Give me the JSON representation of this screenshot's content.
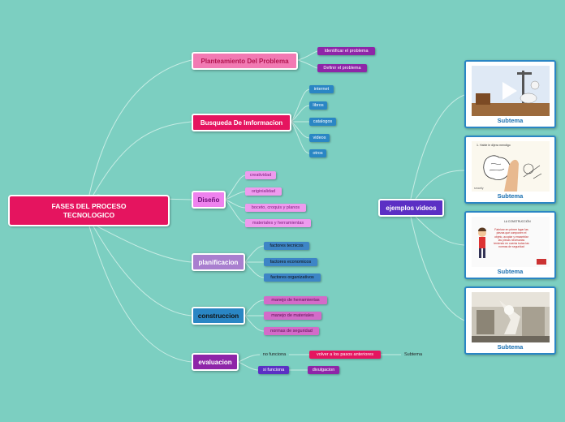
{
  "root": "FASES DEL PROCESO\nTECNOLOGICO",
  "branches": {
    "planteamiento": {
      "label": "Planteamiento  Del Problema",
      "children": [
        "Identificar el problema",
        "Definir el problema"
      ]
    },
    "busqueda": {
      "label": "Busqueda De Imformacion",
      "children": [
        "internet",
        "libros",
        "catalogos",
        "videos",
        "otros"
      ]
    },
    "diseno": {
      "label": "Diseño",
      "children": [
        "creatividad",
        "originialidad",
        "boceto, croquis y planos",
        "materiales y herramientas"
      ]
    },
    "planificacion": {
      "label": "planificacion",
      "children": [
        "factores tecnicos",
        "factores economicos",
        "factores organizativos"
      ]
    },
    "construccion": {
      "label": "construccion",
      "children": [
        "manejo de herramientas",
        "manejo de  materiales",
        "normas de seguridad"
      ]
    },
    "evaluacion": {
      "label": "evaluacion",
      "no_funciona": "no funciona",
      "volver": "volver a los pasos anteriores",
      "subtema": "Subtema",
      "si_funciona": "si funciona",
      "divulgacion": "divulgacion"
    }
  },
  "videos": {
    "label": "ejemplos videos",
    "cards": [
      {
        "caption": "Subtema",
        "thumb": "cartoon-video-thumbnail"
      },
      {
        "caption": "Subtema",
        "thumb": "brain-idea-sketch-thumbnail",
        "text": "1. Hable le dijera mendigo",
        "text2": "smartly"
      },
      {
        "caption": "Subtema",
        "thumb": "construction-slide-thumbnail",
        "title": "LA CONSTRUCCIÓN",
        "body": "Fabricar en primer lugar las piezas que componen el objeto, acoplar y ensamblar las piezas necesarias teniendo en cuenta todas las normas de seguridad"
      },
      {
        "caption": "Subtema",
        "thumb": "factory-machinery-thumbnail"
      }
    ]
  },
  "colors": {
    "background": "#7ccfc1",
    "root": "#e5145f",
    "planteamiento": "#f27ab3",
    "busqueda": "#e5145f",
    "diseno": "#ee82ee",
    "planificacion": "#a97fcf",
    "construccion": "#2a86c4",
    "evaluacion": "#8e25a8",
    "videos": "#5b2fc4"
  }
}
